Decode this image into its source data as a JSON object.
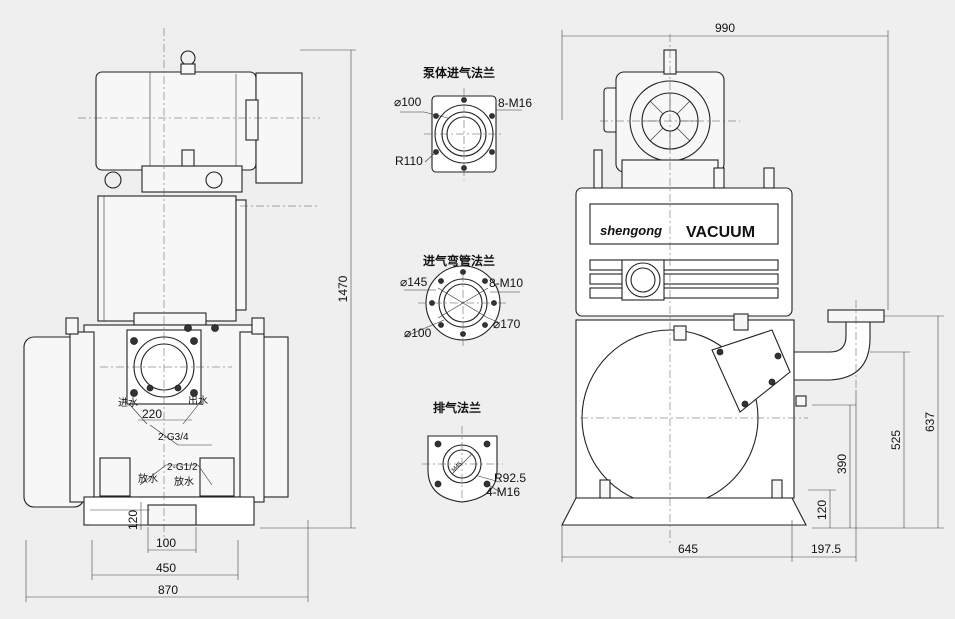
{
  "front_view": {
    "dim_height": "1470",
    "dim_inlet_outlet": "220",
    "dim_bottom": "120",
    "dim_100": "100",
    "dim_450": "450",
    "dim_870": "870",
    "label_water_in": "进水",
    "label_water_out": "出水",
    "label_drain_1": "放水",
    "label_drain_2": "放水",
    "thread_water": "2-G3/4",
    "thread_drain": "2-G1/2"
  },
  "flanges": {
    "pump_inlet": {
      "title": "泵体进气法兰",
      "diameter": "⌀100",
      "bolts": "8-M16",
      "radius": "R110"
    },
    "elbow_inlet": {
      "title": "进气弯管法兰",
      "outer_diameter": "⌀145",
      "bolts": "8-M10",
      "bolt_circle": "⌀170",
      "inner_diameter": "⌀100"
    },
    "exhaust": {
      "title": "排气法兰",
      "radius": "R92.5",
      "bolts": "4-M16",
      "center_mark": "M45"
    }
  },
  "side_view": {
    "dim_width": "990",
    "brand": "shengong",
    "brand_vacuum": "VACUUM",
    "dim_645": "645",
    "dim_197": "197.5",
    "dim_637": "637",
    "dim_525": "525",
    "dim_390": "390",
    "dim_120": "120"
  }
}
